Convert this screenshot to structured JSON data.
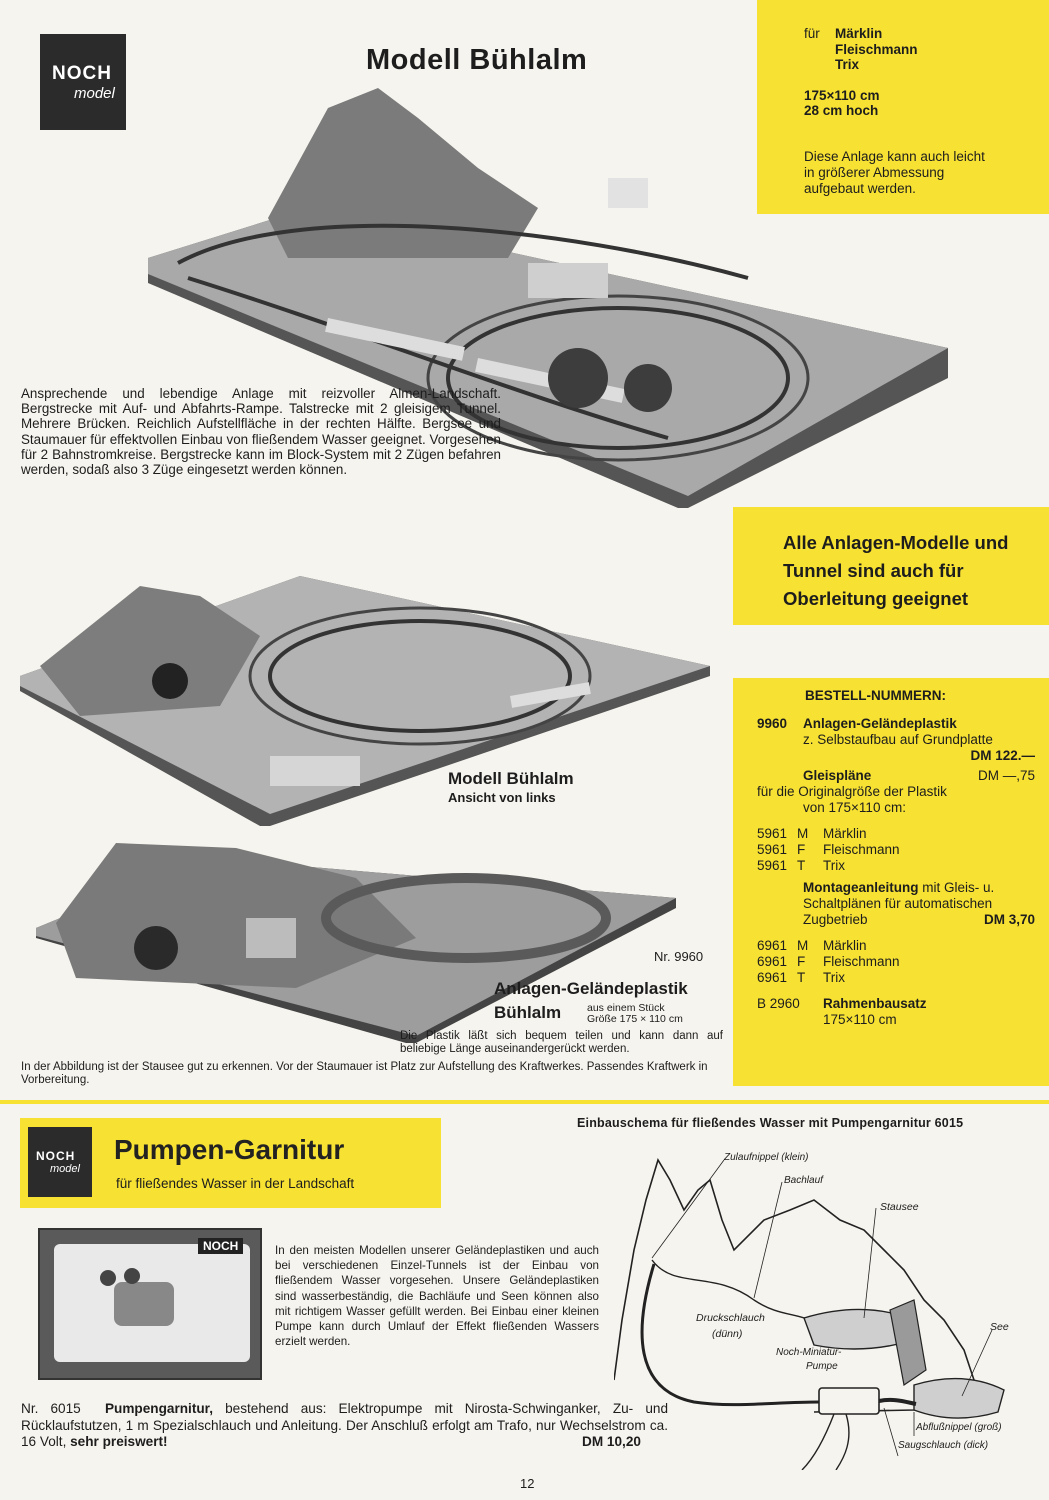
{
  "logo": {
    "line1": "NOCH",
    "line2": "model"
  },
  "header": {
    "title": "Modell Bühlalm"
  },
  "spec_box": {
    "fuer": "für",
    "brands": [
      "Märklin",
      "Fleischmann",
      "Trix"
    ],
    "size": "175×110 cm",
    "height": "28 cm hoch",
    "note": "Diese Anlage kann auch leicht in größerer Abmessung aufgebaut werden."
  },
  "description": "Ansprechende und lebendige Anlage mit reizvoller Almen-Landschaft. Bergstrecke mit Auf- und Abfahrts-Rampe. Talstrecke mit 2 gleisigem Tunnel. Mehrere Brücken. Reichlich Aufstellfläche in der rechten Hälfte. Bergsee und Staumauer für effektvollen Einbau von fließendem Wasser geeignet. Vorgesehen für 2 Bahnstromkreise. Bergstrecke kann im Block-System mit 2 Zügen befahren werden, sodaß also 3 Züge eingesetzt werden können.",
  "banner": {
    "text": "Alle Anlagen-Modelle und Tunnel sind auch für Oberleitung geeignet"
  },
  "caption_left": {
    "title": "Modell Bühlalm",
    "sub": "Ansicht von links"
  },
  "plastik": {
    "nr": "Nr. 9960",
    "title1": "Anlagen-Geländeplastik",
    "title2": "Bühlalm",
    "piece": "aus einem Stück",
    "size": "Größe 175 × 110 cm",
    "note": "Die Plastik läßt sich bequem teilen und kann dann auf beliebige Länge auseinandergerückt werden."
  },
  "abbildung_note": "In der Abbildung ist der Stausee gut zu erkennen. Vor der Staumauer ist Platz zur Aufstellung des Kraftwerkes. Passendes Kraftwerk in Vorbereitung.",
  "orders": {
    "heading": "BESTELL-NUMMERN:",
    "item1": {
      "nr": "9960",
      "name": "Anlagen-Geländeplastik",
      "sub": "z. Selbstaufbau auf Grundplatte",
      "price": "DM 122.—"
    },
    "gleis": {
      "name": "Gleispläne",
      "price": "DM —,75",
      "sub1": "für die Originalgröße der Plastik",
      "sub2": "von 175×110 cm:"
    },
    "list1": [
      {
        "nr": "5961",
        "code": "M",
        "name": "Märklin"
      },
      {
        "nr": "5961",
        "code": "F",
        "name": "Fleischmann"
      },
      {
        "nr": "5961",
        "code": "T",
        "name": "Trix"
      }
    ],
    "montage": {
      "bold": "Montageanleitung",
      "rest": " mit Gleis- u.",
      "line2": "Schaltplänen für automatischen",
      "line3": "Zugbetrieb",
      "price": "DM 3,70"
    },
    "list2": [
      {
        "nr": "6961",
        "code": "M",
        "name": "Märklin"
      },
      {
        "nr": "6961",
        "code": "F",
        "name": "Fleischmann"
      },
      {
        "nr": "6961",
        "code": "T",
        "name": "Trix"
      }
    ],
    "rahmen": {
      "nr": "B 2960",
      "name": "Rahmenbausatz",
      "size": "175×110 cm"
    }
  },
  "pump": {
    "title": "Pumpen-Garnitur",
    "subtitle": "für fließendes Wasser in der Landschaft",
    "box_label": "NOCH",
    "description": "In den meisten Modellen unserer Geländeplastiken und auch bei verschiedenen Einzel-Tunnels ist der Einbau von fließendem Wasser vorgesehen. Unsere Geländeplastiken sind wasserbeständig, die Bachläufe und Seen können also mit richtigem Wasser gefüllt werden. Bei Einbau einer kleinen Pumpe kann durch Umlauf der Effekt fließenden Wassers erzielt werden.",
    "nr": "Nr. 6015",
    "name": "Pumpengarnitur,",
    "text": " bestehend aus: Elektropumpe mit Nirosta-Schwinganker, Zu- und Rücklaufstutzen, 1 m Spezialschlauch und Anleitung. Der Anschluß erfolgt am Trafo, nur Wechselstrom ca. 16 Volt, ",
    "emph": "sehr preiswert!",
    "price": "DM 10,20"
  },
  "schema": {
    "title": "Einbauschema für fließendes Wasser mit Pumpengarnitur 6015",
    "labels": {
      "zulauf": "Zulaufnippel (klein)",
      "bachlauf": "Bachlauf",
      "stausee": "Stausee",
      "druck1": "Druckschlauch",
      "druck2": "(dünn)",
      "see": "See",
      "pumpe1": "Noch-Miniatur-",
      "pumpe2": "Pumpe",
      "abfluss": "Abflußnippel (groß)",
      "saug": "Saugschlauch (dick)"
    }
  },
  "page_number": "12"
}
